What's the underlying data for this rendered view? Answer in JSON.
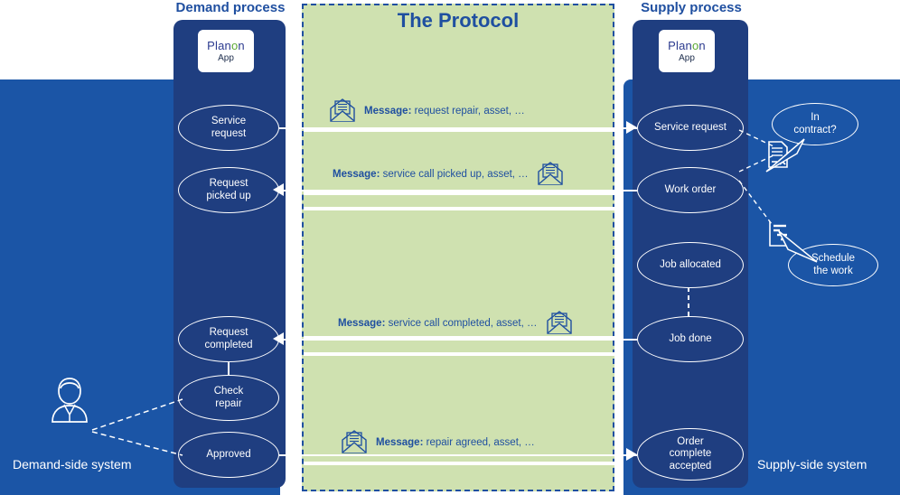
{
  "headers": {
    "demand": "Demand process",
    "supply": "Supply process",
    "protocol": "The Protocol"
  },
  "app_cards": [
    {
      "brand_a": "Plan",
      "brand_o": "o",
      "brand_b": "n",
      "sub": "App",
      "name": "demand-app"
    },
    {
      "brand_a": "Plan",
      "brand_o": "o",
      "brand_b": "n",
      "sub": "App",
      "name": "supply-app"
    }
  ],
  "demand_nodes": [
    {
      "label": "Service request",
      "line1": "Service",
      "line2": "request"
    },
    {
      "label": "Request picked up",
      "line1": "Request",
      "line2": "picked up"
    },
    {
      "label": "Request completed",
      "line1": "Request",
      "line2": "completed"
    },
    {
      "label": "Check repair",
      "line1": "Check",
      "line2": "repair"
    },
    {
      "label": "Approved",
      "line1": "Approved",
      "line2": ""
    }
  ],
  "supply_nodes": [
    {
      "label": "Service request",
      "line1": "Service request",
      "line2": "",
      "line3": ""
    },
    {
      "label": "Work order",
      "line1": "Work order",
      "line2": "",
      "line3": ""
    },
    {
      "label": "Job allocated",
      "line1": "Job allocated",
      "line2": "",
      "line3": ""
    },
    {
      "label": "Job done",
      "line1": "Job done",
      "line2": "",
      "line3": ""
    },
    {
      "label": "Order complete accepted",
      "line1": "Order",
      "line2": "complete",
      "line3": "accepted"
    }
  ],
  "messages": [
    {
      "prefix": "Message:",
      "text": " request repair, asset, …",
      "icon": "envelope-icon",
      "direction": "demand-to-supply"
    },
    {
      "prefix": "Message:",
      "text": " service call picked up, asset, …",
      "icon": "envelope-icon",
      "direction": "supply-to-demand"
    },
    {
      "prefix": "Message:",
      "text": " service call completed, asset, …",
      "icon": "envelope-icon",
      "direction": "supply-to-demand"
    },
    {
      "prefix": "Message:",
      "text": " repair agreed, asset, …",
      "icon": "envelope-icon",
      "direction": "demand-to-supply"
    }
  ],
  "callouts": [
    {
      "line1": "In",
      "line2": "contract?",
      "icon": "contract-document-icon"
    },
    {
      "line1": "Schedule",
      "line2": "the work",
      "icon": "schedule-chart-icon"
    }
  ],
  "system_labels": {
    "demand": "Demand-side system",
    "supply": "Supply-side system"
  },
  "actor": {
    "icon": "person-icon"
  },
  "colors": {
    "outer_panel": "#1b55a6",
    "inner_column": "#1f3e80",
    "protocol_band": "#cfe1b0",
    "accent_blue": "#1f4fa0",
    "brand_green": "#5aa832",
    "white": "#ffffff"
  }
}
